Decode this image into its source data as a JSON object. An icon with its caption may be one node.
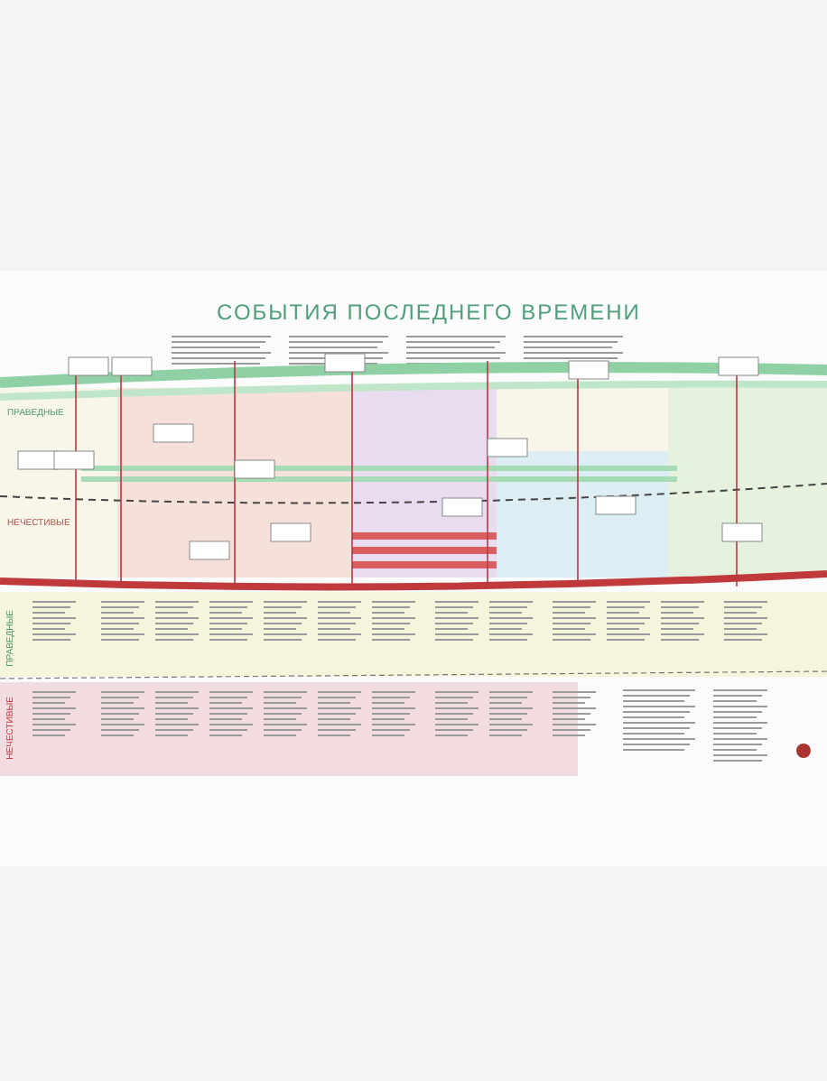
{
  "diagram": {
    "title": "СОБЫТИЯ ПОСЛЕДНЕГО ВРЕМЕНИ",
    "labels": [
      "ПРАВЕДНЫЕ",
      "НЕЧЕСТИВЫЕ",
      "ПРАВЕДНЫЕ",
      "НЕЧЕСТИВЫЕ"
    ]
  }
}
